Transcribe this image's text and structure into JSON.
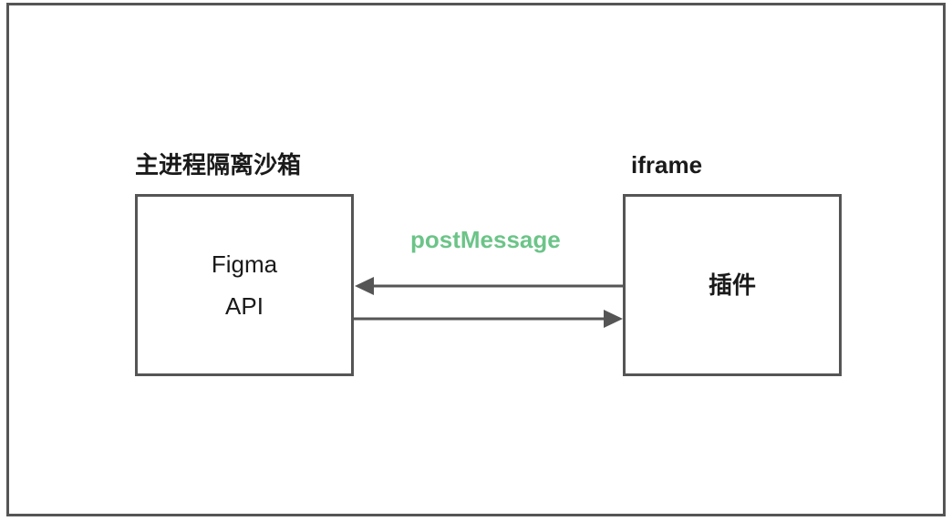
{
  "left_group": {
    "title": "主进程隔离沙箱",
    "box_lines": [
      "Figma",
      "API"
    ]
  },
  "right_group": {
    "title": "iframe",
    "box_text": "插件"
  },
  "connection": {
    "label": "postMessage",
    "label_color": "#6cc488",
    "arrow_color": "#555555"
  }
}
